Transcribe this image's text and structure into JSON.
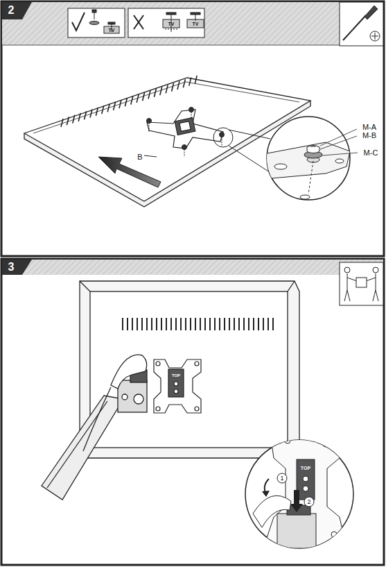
{
  "diagram": {
    "labels": [
      "2",
      "TV",
      "TV",
      "TV",
      "B",
      "M-A",
      "M-B",
      "M-C",
      "3",
      "TOP",
      "TOP",
      "1",
      "2"
    ]
  }
}
